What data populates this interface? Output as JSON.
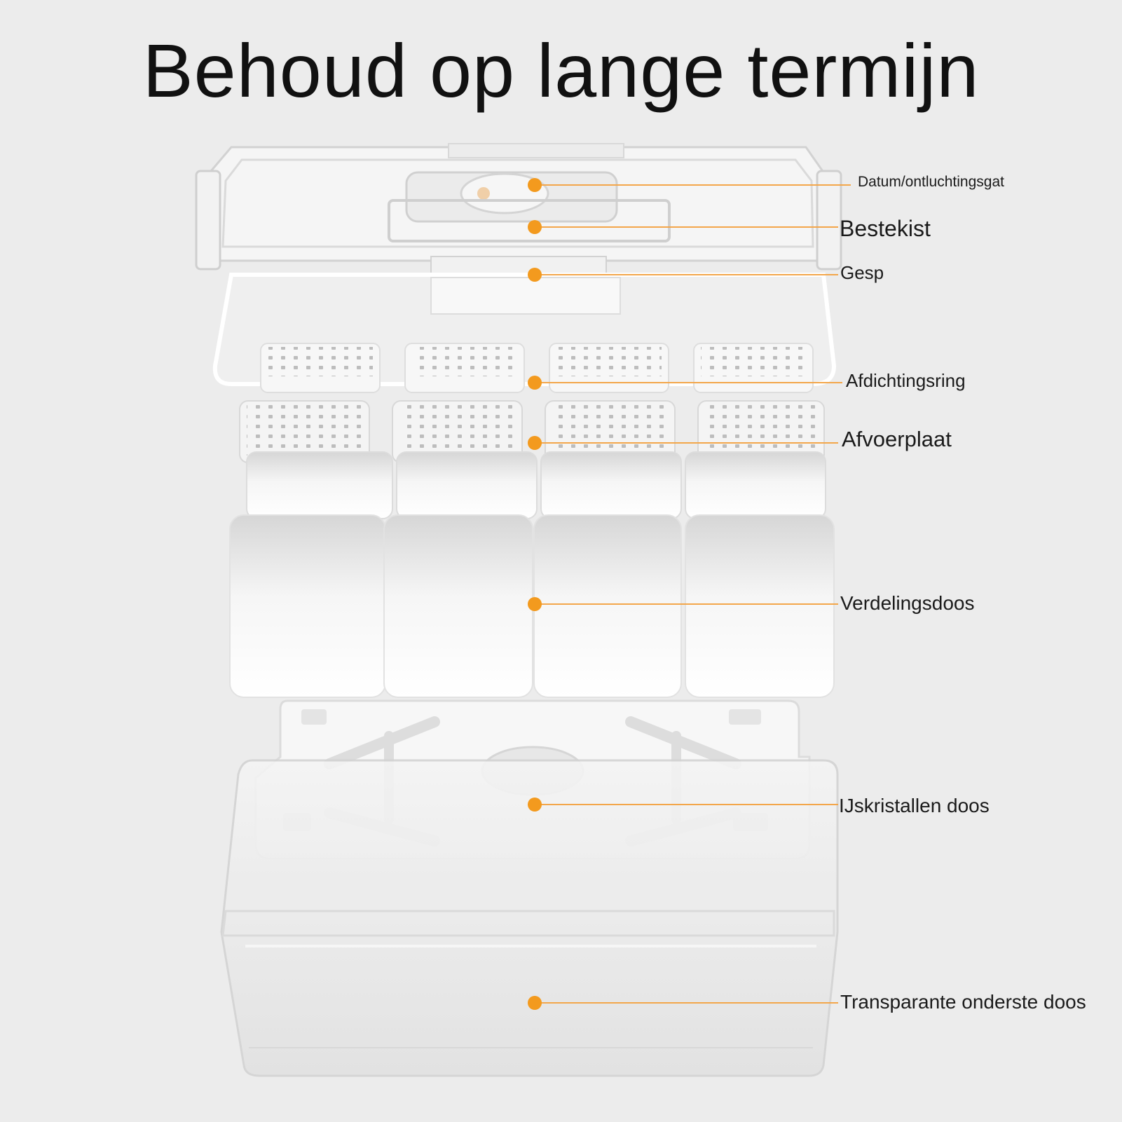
{
  "title": "Behoud op lange termijn",
  "accent_color": "#f39a1e",
  "labels": [
    "Datum/ontluchtingsgat",
    "Bestekist",
    "Gesp",
    "Afdichtingsring",
    "Afvoerplaat",
    "Verdelingsdoos",
    "IJskristallen doos",
    "Transparante onderste doos"
  ]
}
